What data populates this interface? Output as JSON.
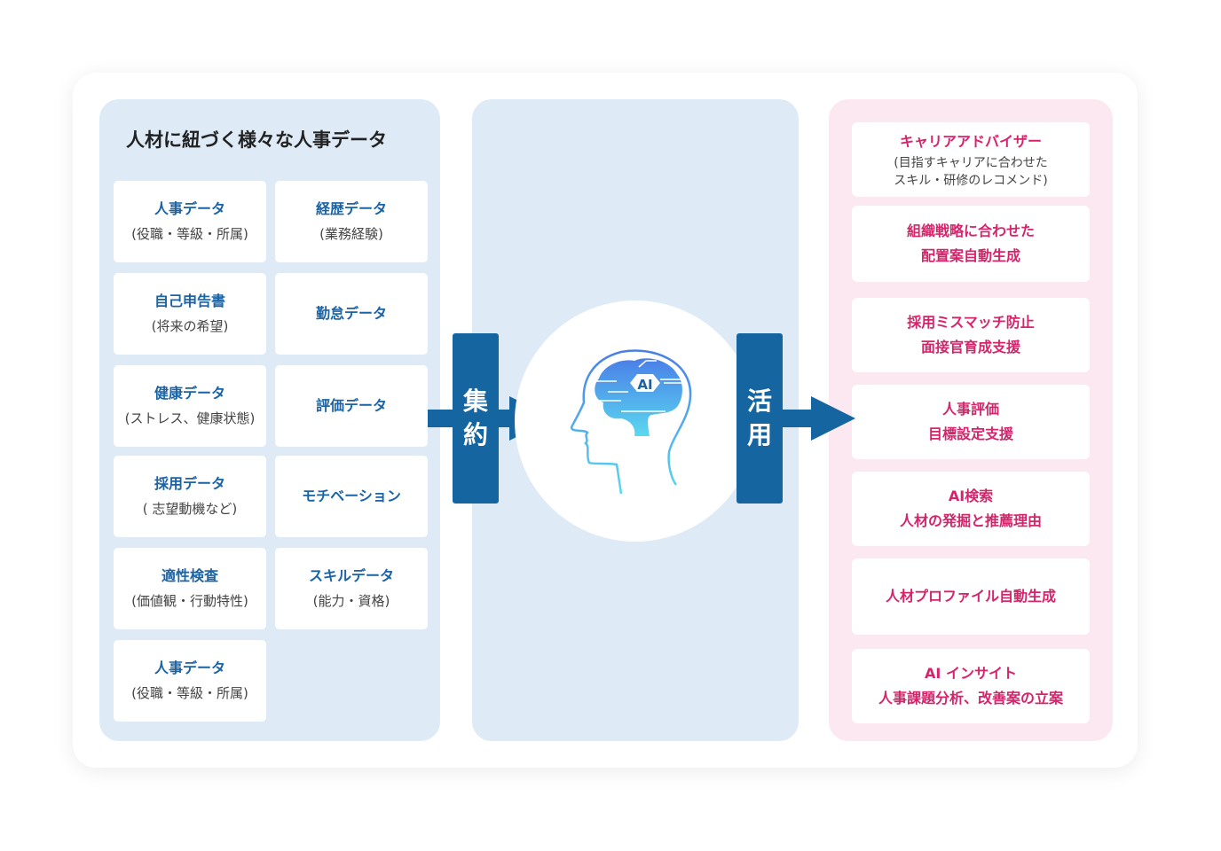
{
  "left_panel": {
    "title": "人材に紐づく様々な人事データ",
    "cards": [
      {
        "title": "人事データ",
        "sub": "(役職・等級・所属)"
      },
      {
        "title": "経歴データ",
        "sub": "(業務経験)"
      },
      {
        "title": "自己申告書",
        "sub": "(将来の希望)"
      },
      {
        "title": "勤怠データ",
        "sub": ""
      },
      {
        "title": "健康データ",
        "sub": "(ストレス、健康状態)"
      },
      {
        "title": "評価データ",
        "sub": ""
      },
      {
        "title": "採用データ",
        "sub": "( 志望動機など)"
      },
      {
        "title": "モチベーション",
        "sub": ""
      },
      {
        "title": "適性検査",
        "sub": "(価値観・行動特性)"
      },
      {
        "title": "スキルデータ",
        "sub": "(能力・資格)"
      },
      {
        "title": "人事データ",
        "sub": "(役職・等級・所属)"
      }
    ]
  },
  "aggregate_label": {
    "line1": "集",
    "line2": "約"
  },
  "apply_label": {
    "line1": "活",
    "line2": "用"
  },
  "ai_label": "AI",
  "right_panel": {
    "cards": [
      {
        "lines": [
          "キャリアアドバイザー"
        ],
        "sub": [
          "(目指すキャリアに合わせた",
          "スキル・研修のレコメンド)"
        ]
      },
      {
        "lines": [
          "組織戦略に合わせた",
          "配置案自動生成"
        ],
        "sub": []
      },
      {
        "lines": [
          "採用ミスマッチ防止",
          "面接官育成支援"
        ],
        "sub": []
      },
      {
        "lines": [
          "人事評価",
          "目標設定支援"
        ],
        "sub": []
      },
      {
        "lines": [
          "AI検索",
          "人材の発掘と推薦理由"
        ],
        "sub": []
      },
      {
        "lines": [
          "人材プロファイル自動生成"
        ],
        "sub": []
      },
      {
        "lines": [
          "AI インサイト",
          "人事課題分析、改善案の立案"
        ],
        "sub": []
      }
    ]
  },
  "colors": {
    "blue_text": "#1a63a5",
    "pink_text": "#d6246b",
    "bar": "#1565a0",
    "panel_blue": "#deebf6",
    "panel_pink": "#fce8f0"
  }
}
